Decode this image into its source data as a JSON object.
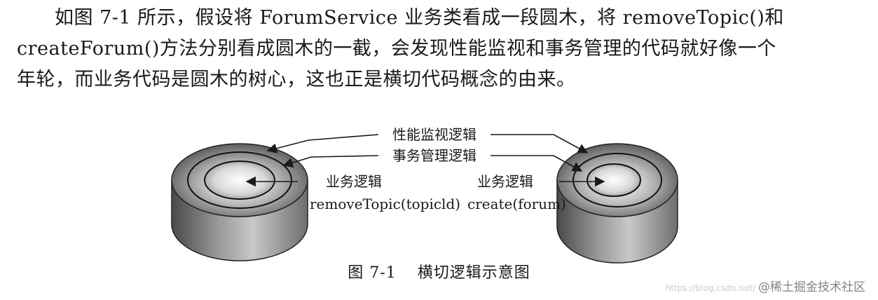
{
  "paragraph": {
    "lines": [
      "如图 7-1 所示，假设将 ForumService 业务类看成一段圆木，将 removeTopic()和",
      "createForum()方法分别看成圆木的一截，会发现性能监视和事务管理的代码就好像一个",
      "年轮，而业务代码是圆木的树心，这也正是横切代码概念的由来。"
    ]
  },
  "figure": {
    "label_performance": "性能监视逻辑",
    "label_transaction": "事务管理逻辑",
    "left": {
      "business_label": "业务逻辑",
      "method": "removeTopic(topicld)"
    },
    "right": {
      "business_label": "业务逻辑",
      "method": "create(forum)"
    },
    "caption_number": "图 7-1",
    "caption_text": "横切逻辑示意图"
  },
  "watermark": {
    "url": "https://blog.csdn.net/",
    "brand": "@稀土掘金技术社区"
  }
}
